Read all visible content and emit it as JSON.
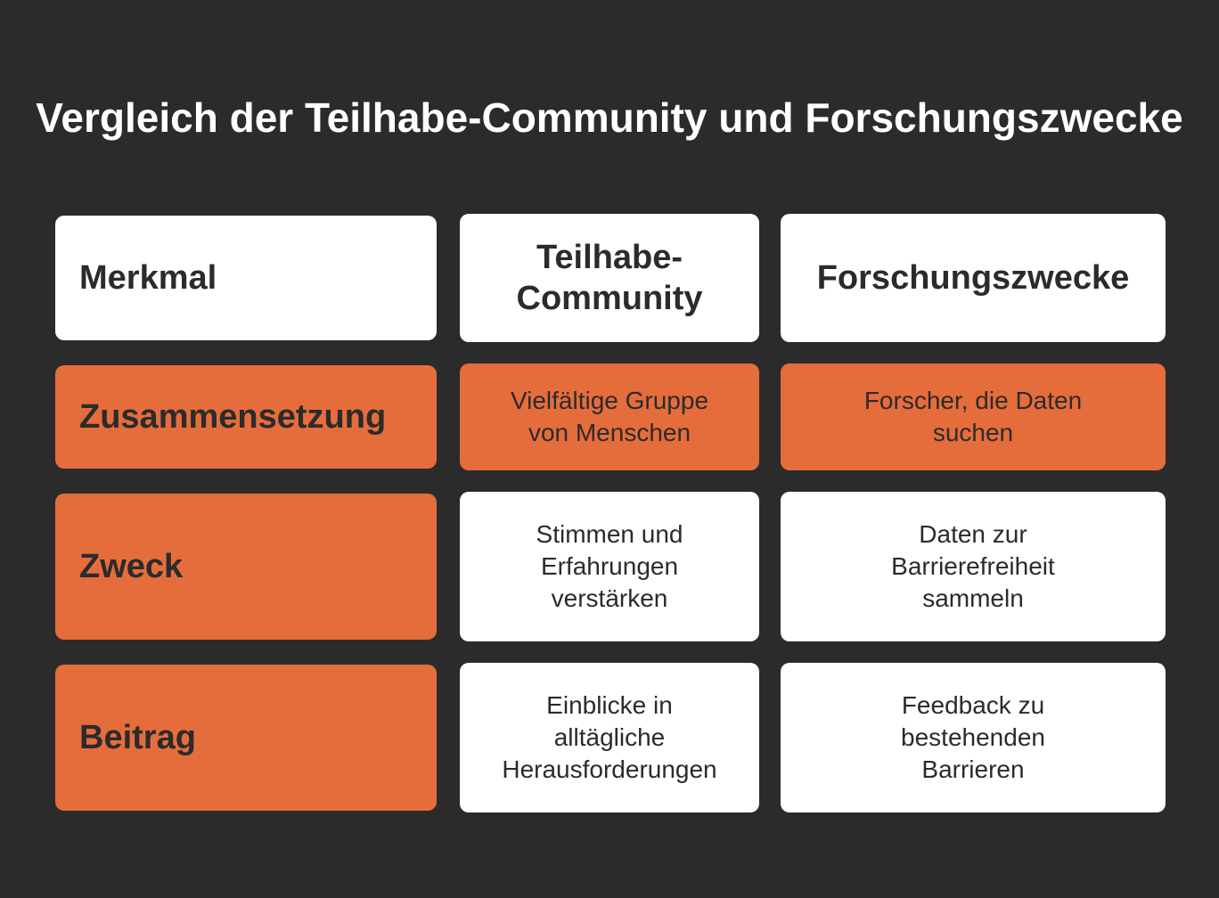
{
  "title": "Vergleich der Teilhabe-Community und Forschungszwecke",
  "header": {
    "merkmal": "Merkmal",
    "teilhabe_line1": "Teilhabe-",
    "teilhabe_line2": "Community",
    "forschung": "Forschungszwecke"
  },
  "rows": [
    {
      "label": "Zusammensetzung",
      "teilhabe": [
        "Vielfältige Gruppe",
        "von Menschen"
      ],
      "forschung": [
        "Forscher, die Daten",
        "suchen"
      ]
    },
    {
      "label": "Zweck",
      "teilhabe": [
        "Stimmen und",
        "Erfahrungen",
        "verstärken"
      ],
      "forschung": [
        "Daten zur",
        "Barrierefreiheit",
        "sammeln"
      ]
    },
    {
      "label": "Beitrag",
      "teilhabe": [
        "Einblicke in",
        "alltägliche",
        "Herausforderungen"
      ],
      "forschung": [
        "Feedback zu",
        "bestehenden",
        "Barrieren"
      ]
    }
  ],
  "colors": {
    "background": "#2b2b2b",
    "accent": "#e56d3c",
    "card": "#ffffff",
    "text_dark": "#2b2b2b",
    "text_light": "#ffffff"
  }
}
